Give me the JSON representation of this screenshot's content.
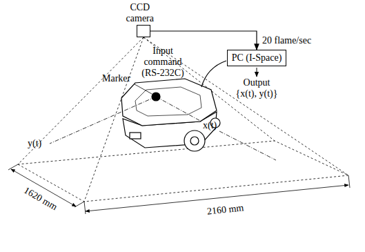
{
  "diagram": {
    "nodes": [
      {
        "text": [
          "CCD camera"
        ]
      },
      {
        "text": [
          "PC (I-Space)"
        ]
      }
    ],
    "edges": [
      {
        "from": 0,
        "to": 1,
        "arrow": "to",
        "label": "20 flame/sec"
      }
    ],
    "labels": [
      "Input command (RS-232C)",
      "Marker",
      "Output",
      "{x(t), y(t)}",
      "x(t)",
      "y(t)",
      "1620 mm",
      "2160 mm"
    ]
  }
}
